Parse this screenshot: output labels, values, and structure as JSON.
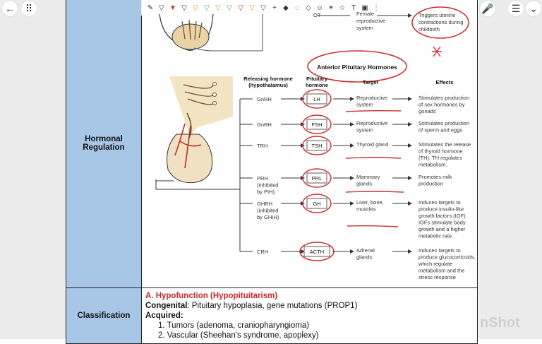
{
  "nav": {
    "back_icon": "←",
    "grid_icon": "⠿",
    "mic_icon": "🎤",
    "menu_icon": "☰",
    "chevron_icon": "⌄"
  },
  "rows": {
    "hormonal": {
      "label_1": "Hormonal",
      "label_2": "Regulation"
    },
    "classification": {
      "label": "Classification"
    }
  },
  "posterior": {
    "target": "Female reproductive system",
    "target_1": "Female",
    "target_2": "reproductive",
    "target_3": "system",
    "effect_1": "Triggers uterine",
    "effect_2": "contractions during",
    "effect_3": "childbirth",
    "hormone_fragment": "OT"
  },
  "anterior": {
    "title": "Anterior Pituitary Hormones",
    "headers": {
      "releasing_1": "Releasing hormone",
      "releasing_2": "(hypothalamus)",
      "pituitary_1": "Pituitary",
      "pituitary_2": "hormone",
      "target": "Target",
      "effects": "Effects"
    },
    "rows": [
      {
        "releasing": [
          "GnRH"
        ],
        "hormone": "LH",
        "target": [
          "Reproductive",
          "system"
        ],
        "effect": [
          "Stimulates production",
          "of sex hormones by",
          "gonads"
        ]
      },
      {
        "releasing": [
          "GnRH"
        ],
        "hormone": "FSH",
        "target": [
          "Reproductive",
          "system"
        ],
        "effect": [
          "Stimulates production",
          "of sperm and eggs"
        ]
      },
      {
        "releasing": [
          "TRH"
        ],
        "hormone": "TSH",
        "target": [
          "Thyroid gland"
        ],
        "effect": [
          "Stimulates the release",
          "of thyroid hormone",
          "(TH). TH regulates",
          "metabolism."
        ]
      },
      {
        "releasing": [
          "PRH",
          "(inhibited",
          "by PIH)"
        ],
        "hormone": "PRL",
        "target": [
          "Mammary",
          "glands"
        ],
        "effect": [
          "Promotes milk",
          "production"
        ]
      },
      {
        "releasing": [
          "GHRH",
          "(inhibited",
          "by GHIH)"
        ],
        "hormone": "GH",
        "target": [
          "Liver, bone,",
          "muscles"
        ],
        "effect": [
          "Induces targets to",
          "produce insulin-like",
          "growth factors (IGF).",
          "IGFs stimulate body",
          "growth and a higher",
          "metabolic rate."
        ]
      },
      {
        "releasing": [
          "CRH"
        ],
        "hormone": "ACTH",
        "target": [
          "Adrenal",
          "glands"
        ],
        "effect": [
          "Induces targets to",
          "produce glucocorticoids,",
          "which regulate",
          "metabolism and the",
          "stress response"
        ]
      }
    ]
  },
  "classification": {
    "heading": "A. Hypofunction (Hypopituitarism)",
    "congenital_label": "Congenital",
    "congenital_text": ": Pituitary hypoplasia, gene mutations (PROP1)",
    "acquired_label": "Acquired:",
    "items": [
      "1.   Tumors (adenoma, craniopharyngioma)",
      "2.   Vascular (Sheehan's syndrome, apoplexy)"
    ]
  },
  "watermark": "nShot",
  "colors": {
    "label_bg": "#a8c7e7",
    "annotation_red": "#d32f2f",
    "heading_red": "#c62828"
  }
}
